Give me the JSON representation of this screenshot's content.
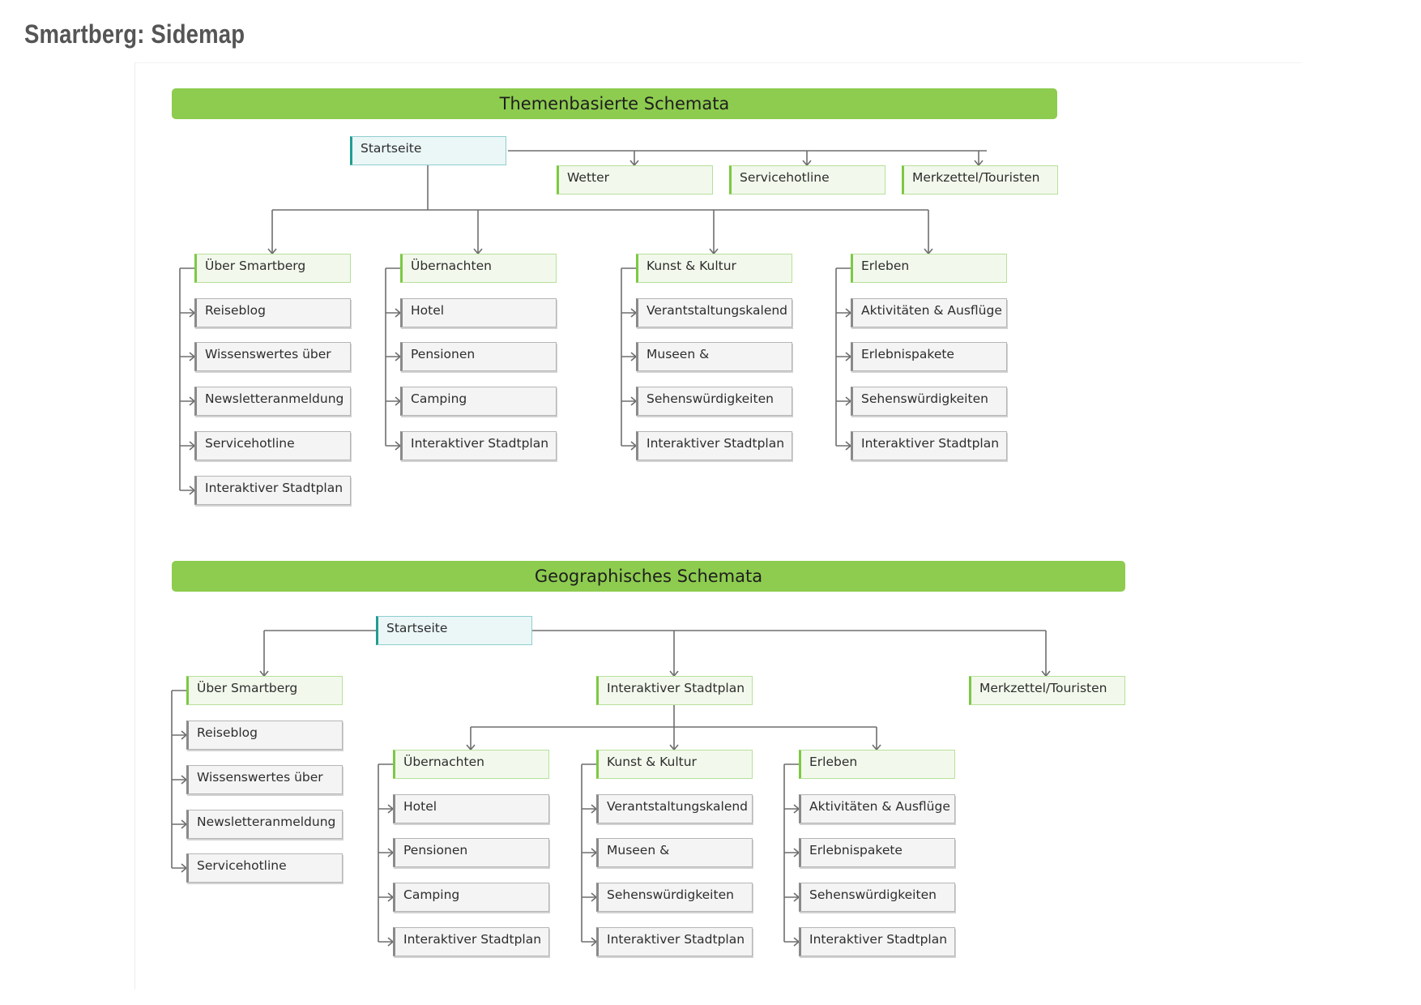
{
  "page": {
    "title": "Smartberg: Sidemap"
  },
  "thematic": {
    "banner": "Themenbasierte Schemata",
    "root": "Startseite",
    "top_links": [
      "Wetter",
      "Servicehotline",
      "Merkzettel/Touristen"
    ],
    "groups": [
      {
        "title": "Über Smartberg",
        "items": [
          "Reiseblog",
          "Wissenswertes über",
          "Newsletteranmeldung",
          "Servicehotline",
          "Interaktiver Stadtplan"
        ]
      },
      {
        "title": "Übernachten",
        "items": [
          "Hotel",
          "Pensionen",
          "Camping",
          "Interaktiver Stadtplan"
        ]
      },
      {
        "title": "Kunst & Kultur",
        "items": [
          "Verantstaltungskalend",
          "Museen &",
          "Sehenswürdigkeiten",
          "Interaktiver Stadtplan"
        ]
      },
      {
        "title": "Erleben",
        "items": [
          "Aktivitäten & Ausflüge",
          "Erlebnispakete",
          "Sehenswürdigkeiten",
          "Interaktiver Stadtplan"
        ]
      }
    ]
  },
  "geographic": {
    "banner": "Geographisches Schemata",
    "root": "Startseite",
    "branches": [
      "Über Smartberg",
      "Interaktiver Stadtplan",
      "Merkzettel/Touristen"
    ],
    "about_items": [
      "Reiseblog",
      "Wissenswertes über",
      "Newsletteranmeldung",
      "Servicehotline"
    ],
    "groups": [
      {
        "title": "Übernachten",
        "items": [
          "Hotel",
          "Pensionen",
          "Camping",
          "Interaktiver Stadtplan"
        ]
      },
      {
        "title": "Kunst & Kultur",
        "items": [
          "Verantstaltungskalend",
          "Museen &",
          "Sehenswürdigkeiten",
          "Interaktiver Stadtplan"
        ]
      },
      {
        "title": "Erleben",
        "items": [
          "Aktivitäten & Ausflüge",
          "Erlebnispakete",
          "Sehenswürdigkeiten",
          "Interaktiver Stadtplan"
        ]
      }
    ]
  },
  "colors": {
    "banner": "#8dcc4f",
    "root_accent": "#1f9e90",
    "category_accent": "#7cc943",
    "leaf_accent": "#8a8a8a",
    "connector": "#6e6e6e"
  }
}
